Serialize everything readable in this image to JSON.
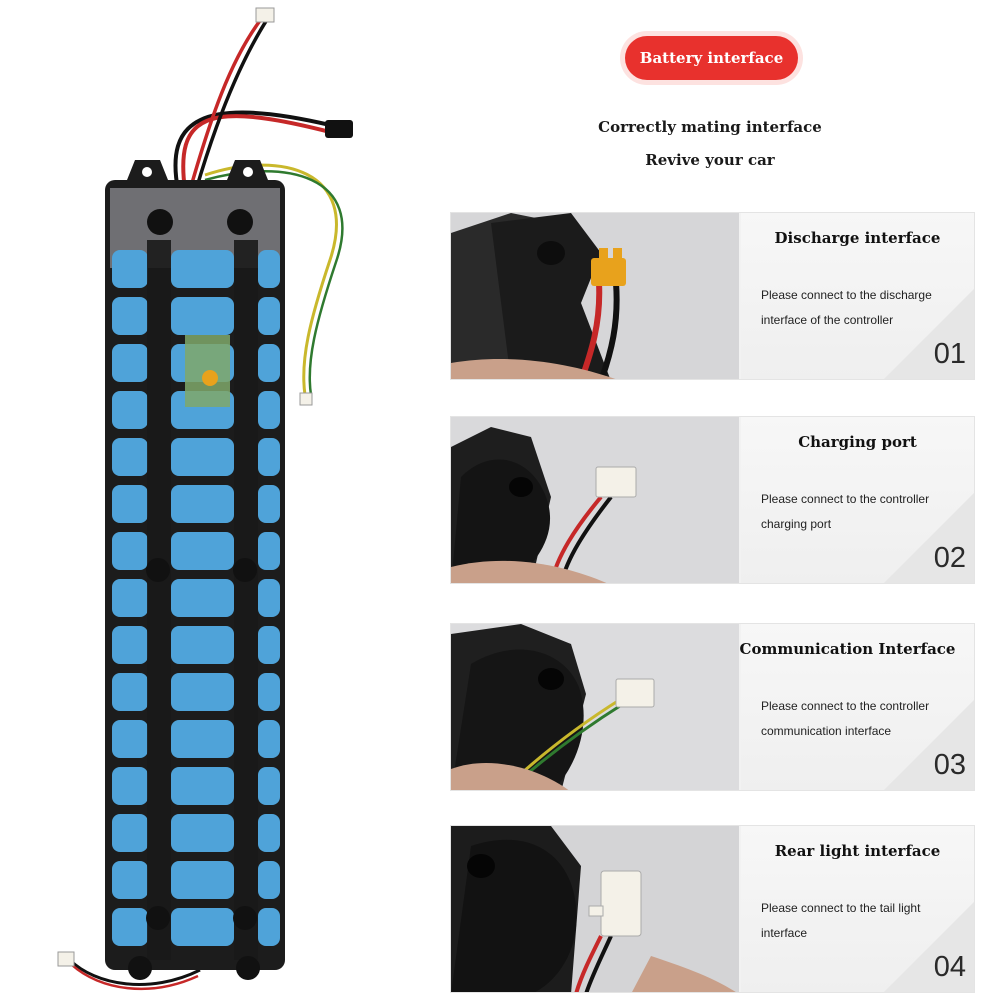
{
  "header": {
    "badge": "Battery interface",
    "tagline_1": "Correctly mating interface",
    "tagline_2": "Revive your car"
  },
  "cards": [
    {
      "title": "Discharge interface",
      "desc_1": "Please connect to the discharge",
      "desc_2": "interface of the controller",
      "number": "01"
    },
    {
      "title": "Charging port",
      "desc_1": "Please connect to the controller",
      "desc_2": "charging port",
      "number": "02"
    },
    {
      "title": "Communication Interface",
      "desc_1": "Please connect to the controller",
      "desc_2": "communication interface",
      "number": "03"
    },
    {
      "title": "Rear light interface",
      "desc_1": "Please connect to the tail light",
      "desc_2": "interface",
      "number": "04"
    }
  ],
  "colors": {
    "badge": "#e8312d",
    "cell_blue": "#4fa3d9",
    "pack_dark": "#1c1c1c",
    "wire_red": "#c62828",
    "wire_yellow": "#c9b82c",
    "connector_yellow": "#e8a21c"
  }
}
